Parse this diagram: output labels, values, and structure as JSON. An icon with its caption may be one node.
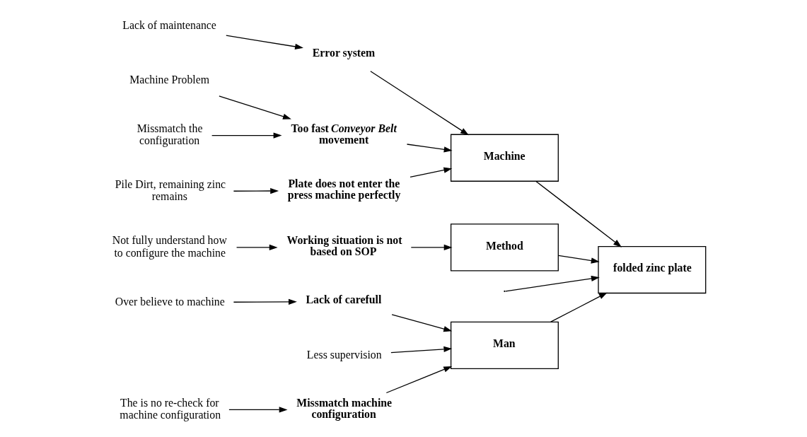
{
  "diagram": {
    "nodes": [
      {
        "text": [
          "Man"
        ]
      },
      {
        "text": [
          "Machine"
        ]
      },
      {
        "text": [
          "Method"
        ]
      },
      {
        "text": [
          "folded zinc plate"
        ]
      },
      {
        "text": [
          "Lack of carefull"
        ]
      },
      {
        "text": [
          "Over believe to machine"
        ]
      },
      {
        "text": [
          "Less supervision"
        ]
      },
      {
        "text": [
          "Missmatch machine configuration"
        ]
      },
      {
        "text": [
          "The is no re-check for machine configuration"
        ]
      },
      {
        "text": [
          "Error system"
        ]
      },
      {
        "text": [
          "Lack of maintenance"
        ]
      },
      {
        "text": [
          "Machine Problem"
        ]
      },
      {
        "text": [
          "Too fast *Conveyor Belt* movement"
        ]
      },
      {
        "text": [
          "Missmatch the configuration"
        ]
      },
      {
        "text": [
          "Plate does not enter the press machine perfectly"
        ]
      },
      {
        "text": [
          "Pile Dirt, remaining zinc remains"
        ]
      },
      {
        "text": [
          "Working situation is not based on SOP"
        ]
      },
      {
        "text": [
          "Not fully understand how to configure the machine"
        ]
      }
    ],
    "edges": [
      {
        "from": null,
        "to": 3,
        "arrow": "to"
      },
      {
        "from": 0,
        "to": 3,
        "arrow": "to"
      },
      {
        "from": 1,
        "to": 3,
        "arrow": "to"
      },
      {
        "from": 2,
        "to": 3,
        "arrow": "to"
      },
      {
        "from": 4,
        "to": 0,
        "arrow": "to"
      },
      {
        "from": 5,
        "to": 4,
        "arrow": "to"
      },
      {
        "from": 6,
        "to": 0,
        "arrow": "to"
      },
      {
        "from": 7,
        "to": 0,
        "arrow": "to"
      },
      {
        "from": 8,
        "to": 7,
        "arrow": "to"
      },
      {
        "from": 9,
        "to": 1,
        "arrow": "to"
      },
      {
        "from": 10,
        "to": 9,
        "arrow": "to"
      },
      {
        "from": 11,
        "to": 12,
        "arrow": "to"
      },
      {
        "from": 12,
        "to": 1,
        "arrow": "to"
      },
      {
        "from": 13,
        "to": 12,
        "arrow": "to"
      },
      {
        "from": 14,
        "to": 1,
        "arrow": "to"
      },
      {
        "from": 15,
        "to": 14,
        "arrow": "to"
      },
      {
        "from": 16,
        "to": 2,
        "arrow": "to"
      },
      {
        "from": 17,
        "to": 16,
        "arrow": "to"
      }
    ]
  }
}
